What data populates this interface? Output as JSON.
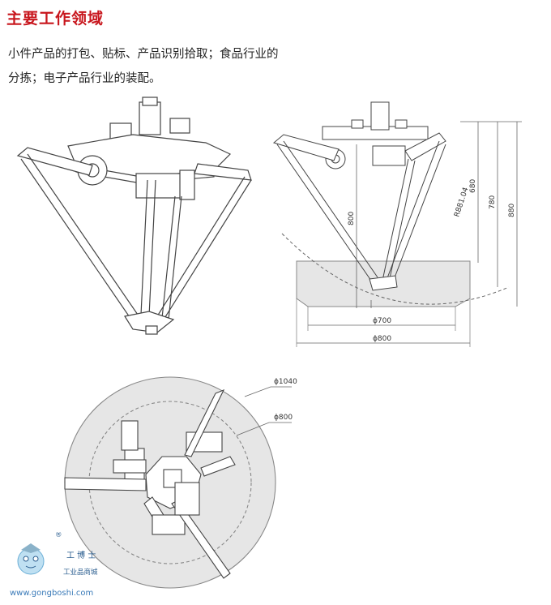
{
  "section": {
    "title": "主要工作领域",
    "description_line1": "小件产品的打包、贴标、产品识别拾取；食品行业的",
    "description_line2": "分拣；电子产品行业的装配。"
  },
  "side_drawing": {
    "dim_800_vertical": "800",
    "dim_680": "680",
    "dim_780": "780",
    "dim_880": "880",
    "dim_r881": "R881.04",
    "dim_d700": "ϕ700",
    "dim_d800": "ϕ800"
  },
  "top_drawing": {
    "dim_d1040": "ϕ1040",
    "dim_d800": "ϕ800"
  },
  "watermark": {
    "brand": "工 博 士",
    "subtitle": "工业品商城",
    "url": "www.gongboshi.com",
    "registered": "®"
  },
  "colors": {
    "heading": "#c8161d",
    "line": "#444444",
    "workspace_fill": "#e6e6e6"
  }
}
